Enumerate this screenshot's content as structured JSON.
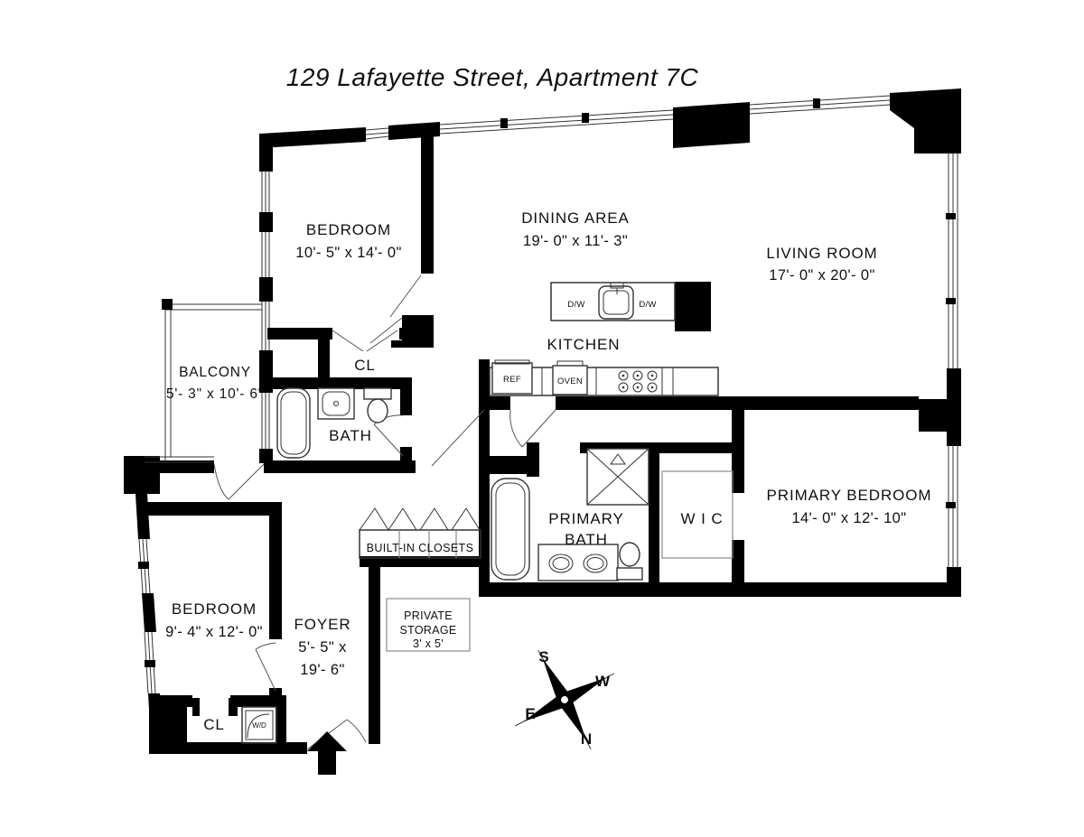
{
  "title": "129 Lafayette Street, Apartment 7C",
  "rooms": {
    "bedroom_top": {
      "label": "BEDROOM",
      "dims": "10'- 5\" x 14'- 0\""
    },
    "dining": {
      "label": "DINING AREA",
      "dims": "19'- 0\" x 11'- 3\""
    },
    "living": {
      "label": "LIVING ROOM",
      "dims": "17'- 0\" x 20'- 0\""
    },
    "balcony": {
      "label": "BALCONY",
      "dims": "5'- 3\" x 10'- 6\""
    },
    "kitchen": {
      "label": "KITCHEN"
    },
    "closet_upper": {
      "label": "CL"
    },
    "bath": {
      "label": "BATH"
    },
    "primary_bath": {
      "line1": "PRIMARY",
      "line2": "BATH"
    },
    "wic": {
      "label": "W I C"
    },
    "primary_bedroom": {
      "label": "PRIMARY BEDROOM",
      "dims": "14'- 0\" x 12'- 10\""
    },
    "built_in_closets": {
      "label": "BUILT-IN CLOSETS"
    },
    "bedroom_lower": {
      "label": "BEDROOM",
      "dims": "9'- 4\" x 12'- 0\""
    },
    "foyer": {
      "label": "FOYER",
      "dims_line1": "5'- 5\" x",
      "dims_line2": "19'- 6\""
    },
    "private_storage": {
      "line1": "PRIVATE",
      "line2": "STORAGE",
      "line3": "3' x 5'"
    },
    "closet_lower": {
      "label": "CL"
    }
  },
  "appliances": {
    "ref": "REF",
    "oven": "OVEN",
    "dw_left": "D/W",
    "dw_right": "D/W",
    "washer_dryer": "W/D"
  },
  "compass": {
    "north": "N",
    "south": "S",
    "east": "E",
    "west": "W"
  },
  "colors": {
    "wall": "#000000",
    "background": "#ffffff",
    "line": "#333333"
  }
}
